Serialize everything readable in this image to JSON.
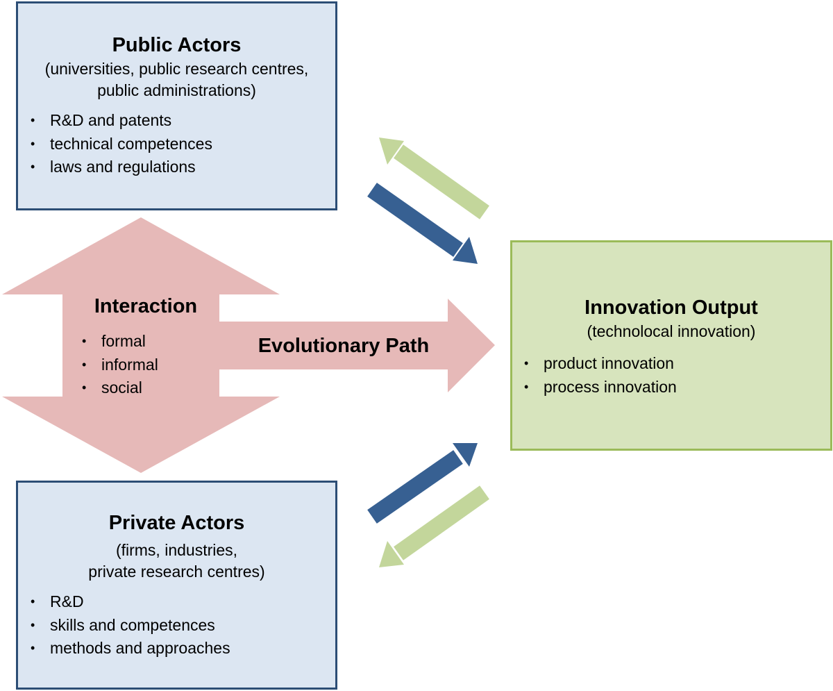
{
  "public_actors": {
    "title": "Public Actors",
    "subtitle_line1": "(universities, public research centres,",
    "subtitle_line2": "public administrations)",
    "items": [
      "R&D and patents",
      "technical competences",
      "laws and regulations"
    ]
  },
  "private_actors": {
    "title": "Private Actors",
    "subtitle_line1": "(firms, industries,",
    "subtitle_line2": "private research centres)",
    "items": [
      "R&D",
      "skills and competences",
      "methods and approaches"
    ]
  },
  "interaction": {
    "title": "Interaction",
    "items": [
      "formal",
      "informal",
      "social"
    ]
  },
  "evolutionary_path": {
    "label": "Evolutionary Path"
  },
  "innovation_output": {
    "title": "Innovation Output",
    "subtitle": "(technolocal innovation)",
    "items": [
      "product innovation",
      "process innovation"
    ]
  },
  "colors": {
    "actor_fill": "#dce6f2",
    "actor_border": "#2c4d75",
    "output_fill": "#d7e4bd",
    "output_border": "#9bbb59",
    "interaction_arrow": "#e6b9b8",
    "dark_arrow": "#376092",
    "light_arrow": "#c3d69b"
  }
}
